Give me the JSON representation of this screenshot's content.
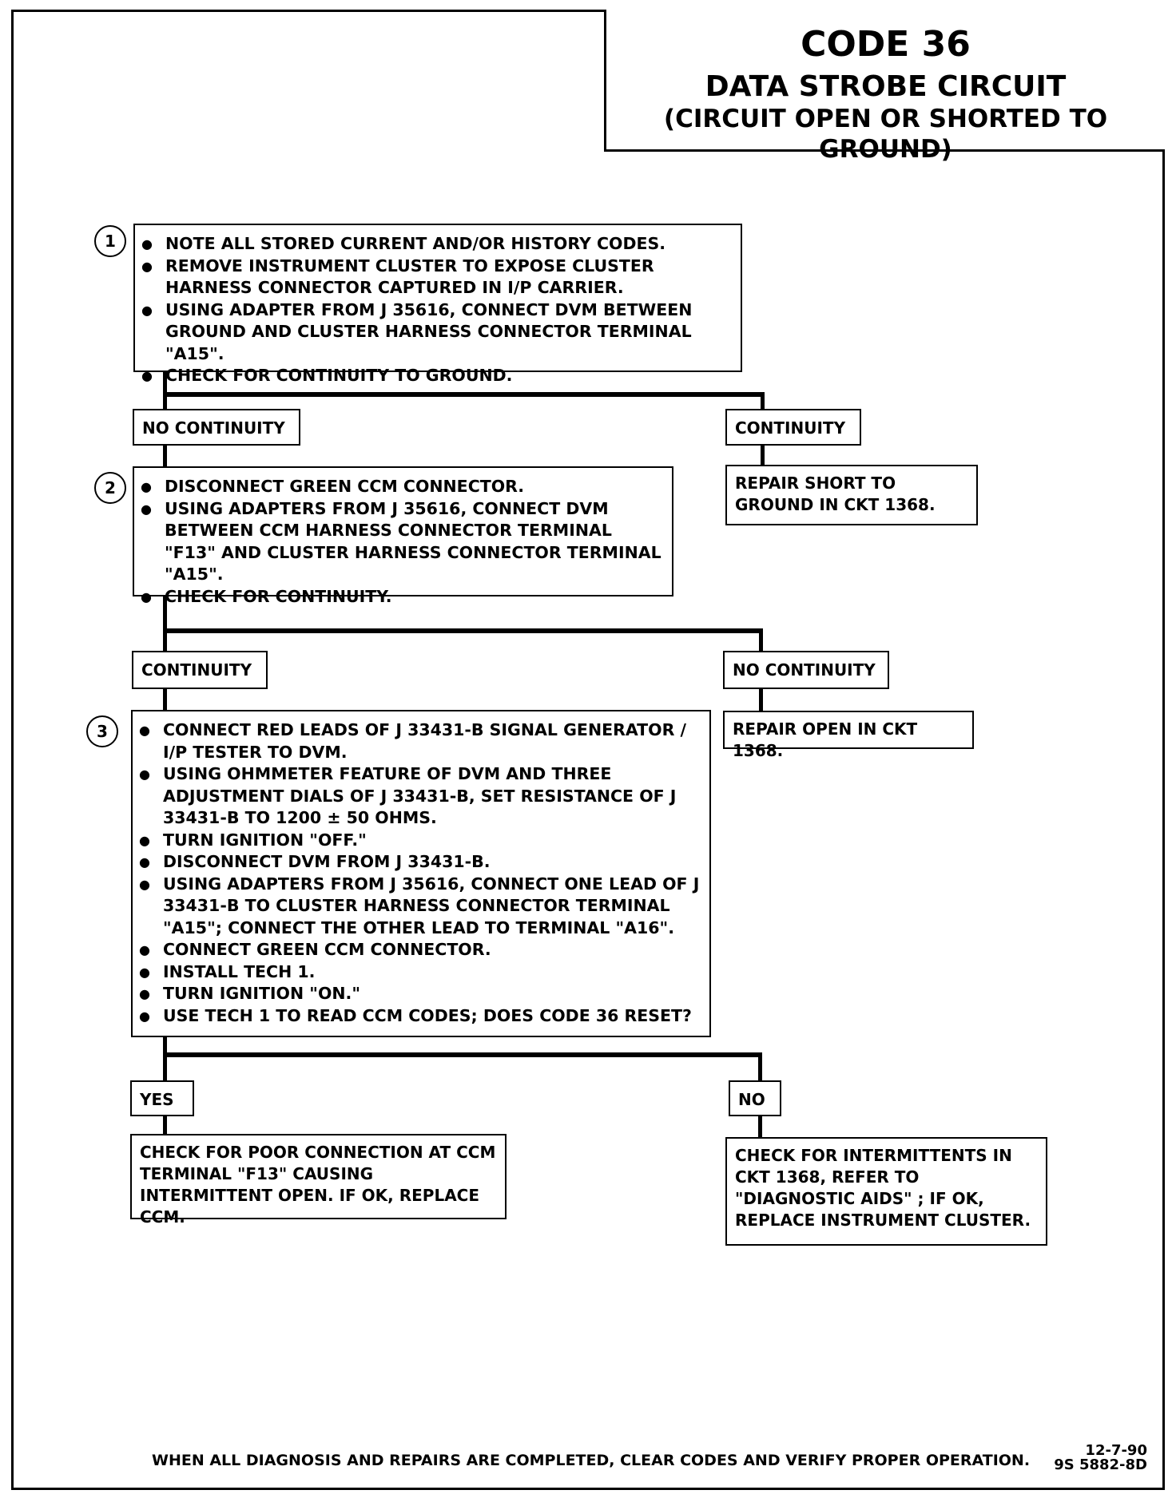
{
  "title": {
    "code": "CODE 36",
    "name": "DATA STROBE CIRCUIT",
    "condition": "(CIRCUIT OPEN OR SHORTED TO GROUND)"
  },
  "step1": {
    "number": "1",
    "items": [
      "NOTE ALL STORED CURRENT AND/OR HISTORY CODES.",
      "REMOVE  INSTRUMENT CLUSTER TO EXPOSE CLUSTER HARNESS CONNECTOR CAPTURED IN I/P CARRIER.",
      "USING ADAPTER FROM J 35616, CONNECT DVM BETWEEN GROUND AND CLUSTER HARNESS CONNECTOR TERMINAL \"A15\".",
      "CHECK FOR CONTINUITY TO GROUND."
    ]
  },
  "branch1": {
    "left_label": "NO CONTINUITY",
    "right_label": "CONTINUITY",
    "right_result": "REPAIR SHORT TO GROUND IN CKT 1368."
  },
  "step2": {
    "number": "2",
    "items": [
      "DISCONNECT GREEN CCM CONNECTOR.",
      "USING ADAPTERS FROM J 35616, CONNECT DVM BETWEEN CCM HARNESS CONNECTOR TERMINAL \"F13\" AND CLUSTER HARNESS CONNECTOR TERMINAL \"A15\".",
      "CHECK FOR CONTINUITY."
    ]
  },
  "branch2": {
    "left_label": "CONTINUITY",
    "right_label": "NO CONTINUITY",
    "right_result": "REPAIR OPEN IN CKT 1368."
  },
  "step3": {
    "number": "3",
    "items": [
      "CONNECT RED LEADS OF J 33431-B SIGNAL GENERATOR / I/P TESTER TO DVM.",
      "USING OHMMETER FEATURE OF DVM AND THREE ADJUSTMENT DIALS OF J 33431-B, SET RESISTANCE OF J 33431-B TO 1200 ± 50 OHMS.",
      "TURN IGNITION \"OFF.\"",
      "DISCONNECT DVM FROM J 33431-B.",
      "USING ADAPTERS FROM J 35616, CONNECT ONE LEAD OF J 33431-B TO CLUSTER HARNESS CONNECTOR TERMINAL \"A15\"; CONNECT THE OTHER LEAD TO TERMINAL \"A16\".",
      "CONNECT GREEN CCM CONNECTOR.",
      "INSTALL TECH 1.",
      "TURN IGNITION \"ON.\"",
      "USE TECH 1 TO READ CCM CODES; DOES CODE 36 RESET?"
    ]
  },
  "branch3": {
    "left_label": "YES",
    "left_result": "CHECK FOR POOR CONNECTION AT CCM TERMINAL \"F13\" CAUSING INTERMITTENT OPEN.  IF OK, REPLACE CCM.",
    "right_label": "NO",
    "right_result": "CHECK FOR INTERMITTENTS IN CKT 1368, REFER TO \"DIAGNOSTIC AIDS\" ; IF OK,  REPLACE INSTRUMENT CLUSTER."
  },
  "footer": {
    "note": "WHEN ALL DIAGNOSIS AND REPAIRS ARE COMPLETED, CLEAR CODES AND VERIFY PROPER OPERATION.",
    "date": "12-7-90",
    "doc_number": "9S 5882-8D"
  }
}
